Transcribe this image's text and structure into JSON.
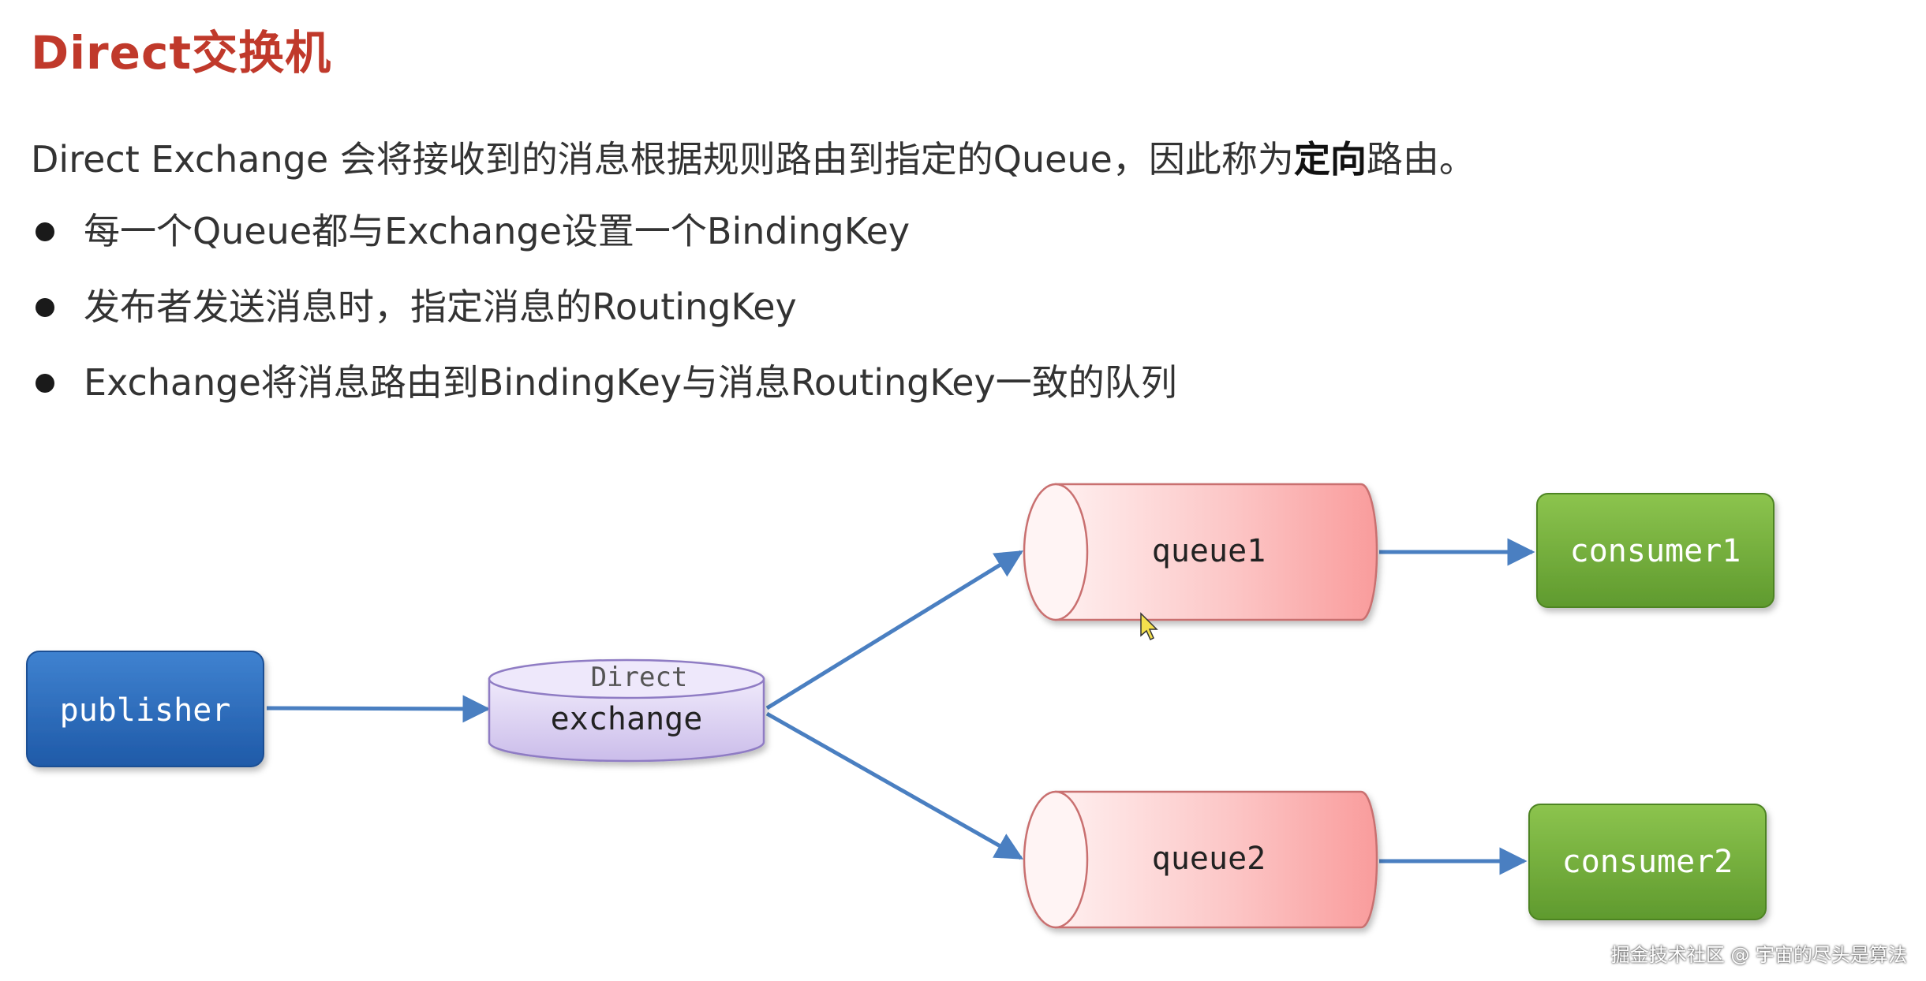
{
  "slide": {
    "title": "Direct交换机",
    "intro_pre": "Direct Exchange 会将接收到的消息根据规则路由到指定的Queue，因此称为",
    "intro_bold": "定向",
    "intro_post": "路由。",
    "bullets": [
      "每一个Queue都与Exchange设置一个BindingKey",
      "发布者发送消息时，指定消息的RoutingKey",
      "Exchange将消息路由到BindingKey与消息RoutingKey一致的队列"
    ]
  },
  "diagram": {
    "publisher": "publisher",
    "exchange_type": "Direct",
    "exchange": "exchange",
    "queue1": "queue1",
    "queue2": "queue2",
    "consumer1": "consumer1",
    "consumer2": "consumer2"
  },
  "colors": {
    "title": "#c0392b",
    "publisher": "#2f6fbf",
    "exchange": "#d9cff0",
    "queue": "#fbb5b5",
    "consumer": "#7cb342",
    "arrow": "#4a7fc1"
  },
  "watermark": "掘金技术社区 @ 宇宙的尽头是算法"
}
